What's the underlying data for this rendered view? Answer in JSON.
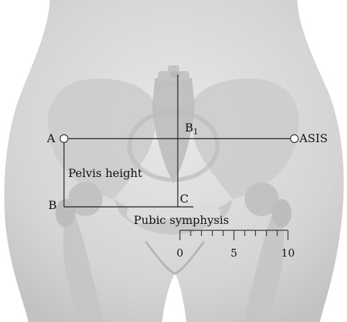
{
  "labels": {
    "point_a": "A",
    "point_b": "B",
    "point_b1": "B",
    "point_b1_sub": "1",
    "point_c": "C",
    "asis": "ASIS",
    "pelvis_height": "Pelvis height",
    "pubic_symphysis": "Pubic symphysis"
  },
  "scale": {
    "ticks": [
      "0",
      "5",
      "10"
    ],
    "minor_divisions": 10
  },
  "colors": {
    "silhouette": "#d9d9d9",
    "bone": "#c9c9c9",
    "lines": "#333333",
    "text": "#111111"
  }
}
